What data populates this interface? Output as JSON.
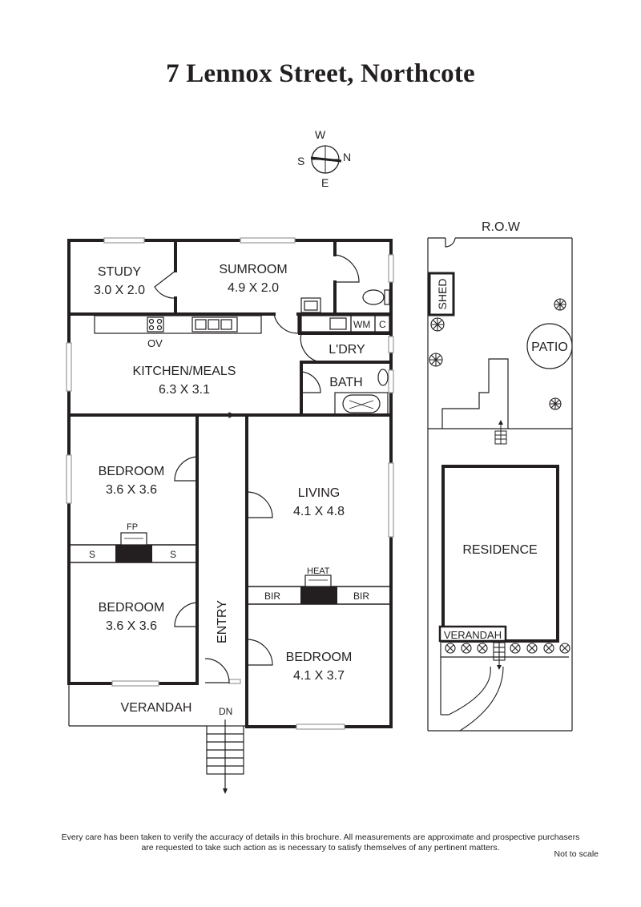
{
  "title": "7 Lennox Street, Northcote",
  "compass": {
    "north": "N",
    "south": "S",
    "east": "E",
    "west": "W"
  },
  "rooms": {
    "study": {
      "name": "STUDY",
      "dims": "3.0 X 2.0"
    },
    "sumroom": {
      "name": "SUMROOM",
      "dims": "4.9 X 2.0"
    },
    "kitchen": {
      "name": "KITCHEN/MEALS",
      "dims": "6.3 X 3.1"
    },
    "laundry": {
      "name": "L'DRY"
    },
    "bath": {
      "name": "BATH"
    },
    "bedroom1": {
      "name": "BEDROOM",
      "dims": "3.6 X 3.6"
    },
    "bedroom2": {
      "name": "BEDROOM",
      "dims": "3.6 X 3.6"
    },
    "living": {
      "name": "LIVING",
      "dims": "4.1 X 4.8"
    },
    "bedroom3": {
      "name": "BEDROOM",
      "dims": "4.1 X 3.7"
    },
    "entry": {
      "name": "ENTRY"
    },
    "verandah": {
      "name": "VERANDAH"
    }
  },
  "fixtures": {
    "oven": "OV",
    "washing_machine": "WM",
    "cupboard": "C",
    "fireplace": "FP",
    "storage": "S",
    "heater": "HEAT",
    "built_in_robe": "BIR",
    "down": "DN"
  },
  "site": {
    "row": "R.O.W",
    "shed": "SHED",
    "patio": "PATIO",
    "residence": "RESIDENCE",
    "verandah": "VERANDAH"
  },
  "disclaimer": {
    "line1": "Every care has been taken to verify the accuracy of details in this brochure.  All measurements are approximate and prospective purchasers",
    "line2": "are requested to take such action as is necessary to satisfy themselves of any pertinent matters."
  },
  "scale_note": "Not to scale",
  "colors": {
    "ink": "#231f20",
    "window": "#9a9a9a",
    "fill_dark": "#231f20"
  }
}
